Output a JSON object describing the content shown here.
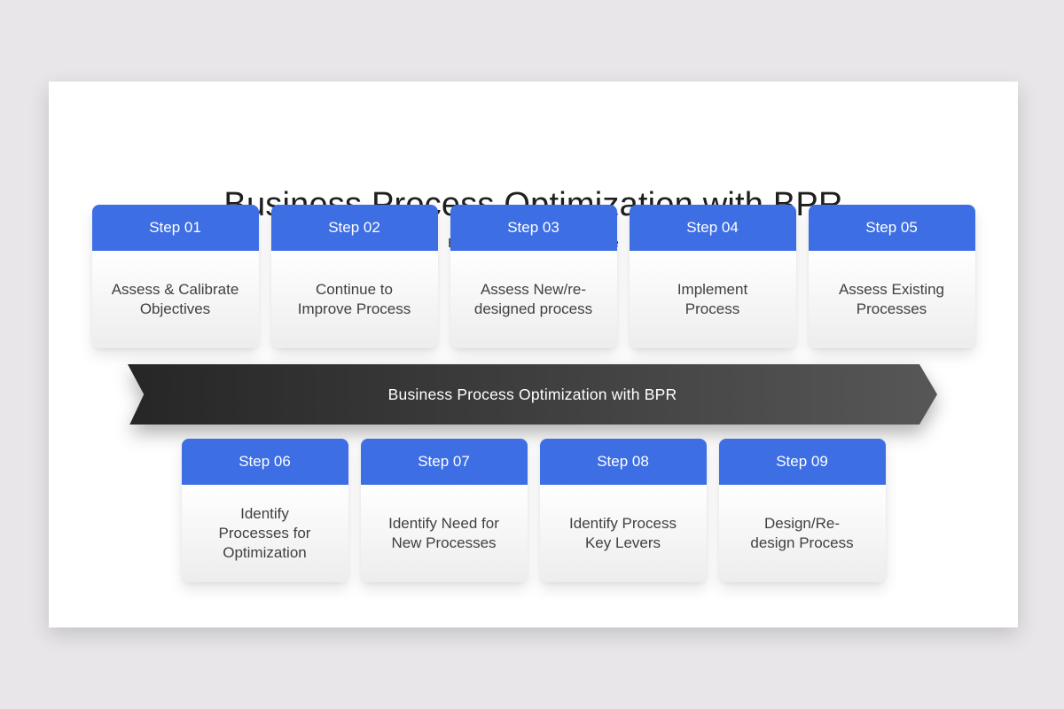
{
  "header": {
    "title": "Business Process Optimization with BPR",
    "subtitle": "Enter your sub headline here"
  },
  "banner": {
    "label": "Business Process Optimization with BPR"
  },
  "rows": {
    "top": [
      {
        "step": "Step 01",
        "label": "Assess & Calibrate\nObjectives"
      },
      {
        "step": "Step 02",
        "label": "Continue to\nImprove Process"
      },
      {
        "step": "Step 03",
        "label": "Assess New/re-\ndesigned process"
      },
      {
        "step": "Step 04",
        "label": "Implement\nProcess"
      },
      {
        "step": "Step 05",
        "label": "Assess Existing\nProcesses"
      }
    ],
    "bottom": [
      {
        "step": "Step 06",
        "label": "Identify\nProcesses for\nOptimization"
      },
      {
        "step": "Step 07",
        "label": "Identify Need for\nNew Processes"
      },
      {
        "step": "Step 08",
        "label": "Identify Process\nKey Levers"
      },
      {
        "step": "Step 09",
        "label": "Design/Re-\ndesign Process"
      }
    ]
  },
  "colors": {
    "page_bg": "#e8e6e9",
    "slide_bg": "#ffffff",
    "accent_blue": "#3d6ee3",
    "step_text": "#ffffff",
    "card_text": "#404040",
    "card_body_top": "#ffffff",
    "card_body_bottom": "#ededed",
    "title_text": "#1f1f1f",
    "subtitle_text": "#2b2b2b",
    "banner_dark": "#262626",
    "banner_light": "#575757",
    "banner_text": "#ffffff"
  }
}
